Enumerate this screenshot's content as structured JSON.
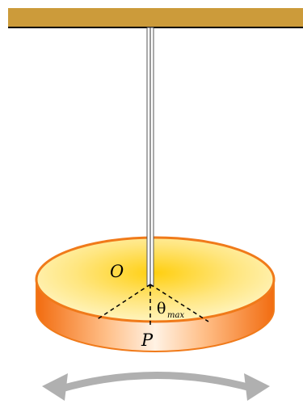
{
  "labels": {
    "center": "O",
    "bottom_point": "P",
    "angle_symbol": "θ",
    "angle_subscript": "max"
  },
  "colors": {
    "ceiling": "#cc9b3a",
    "ceiling_edge": "#000000",
    "wire": "#444444",
    "disk_rim": "#f07a1a",
    "disk_side": "#f58a32",
    "disk_top_center": "#ffd52a",
    "disk_top_edge": "#fff3b0",
    "arrow": "#b0b0b0"
  },
  "icons": {
    "motion_indicator": "curved-double-arrow-icon"
  }
}
